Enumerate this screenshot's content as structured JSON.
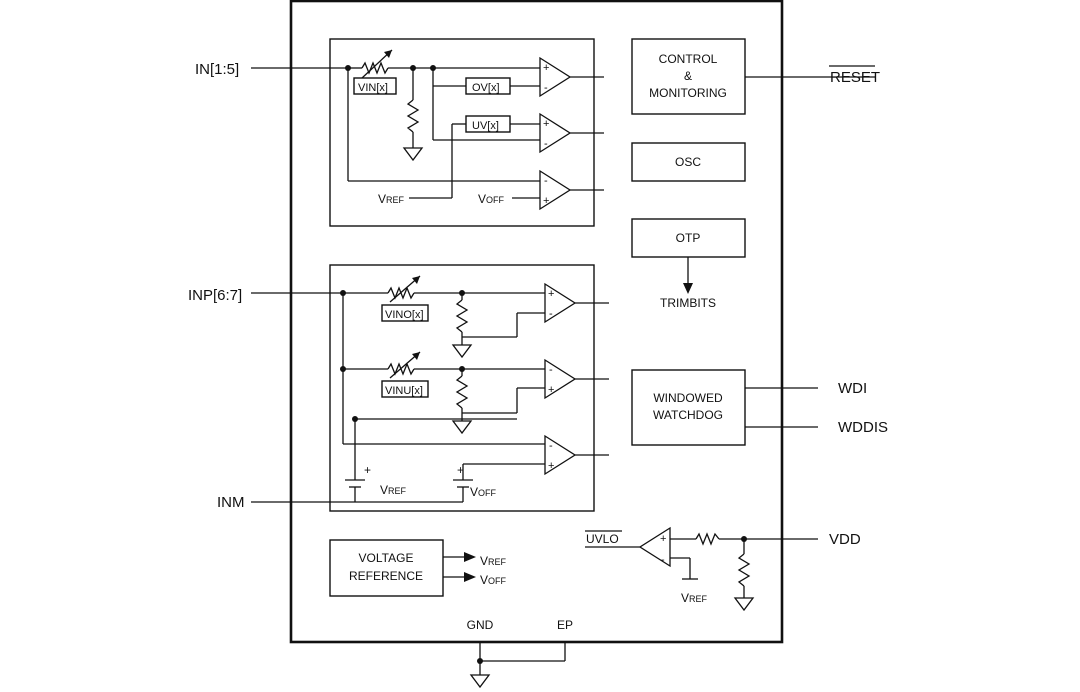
{
  "pins": {
    "in_1_5": "IN[1:5]",
    "inp_6_7": "INP[6:7]",
    "inm": "INM",
    "reset": "RESET",
    "wdi": "WDI",
    "wddis": "WDDIS",
    "vdd": "VDD",
    "gnd": "GND",
    "ep": "EP"
  },
  "blocks": {
    "control_l1": "CONTROL",
    "control_l2": "&",
    "control_l3": "MONITORING",
    "osc": "OSC",
    "otp": "OTP",
    "trimbits": "TRIMBITS",
    "watchdog_l1": "WINDOWED",
    "watchdog_l2": "WATCHDOG",
    "vref_block_l1": "VOLTAGE",
    "vref_block_l2": "REFERENCE"
  },
  "labels": {
    "vin": "VIN[x]",
    "ov": "OV[x]",
    "uv": "UV[x]",
    "vino": "VINO[x]",
    "vinu": "VINU[x]",
    "uvlo": "UVLO",
    "v_main": "V",
    "ref_sub": "REF",
    "off_sub": "OFF",
    "plus": "+",
    "minus": "-"
  }
}
